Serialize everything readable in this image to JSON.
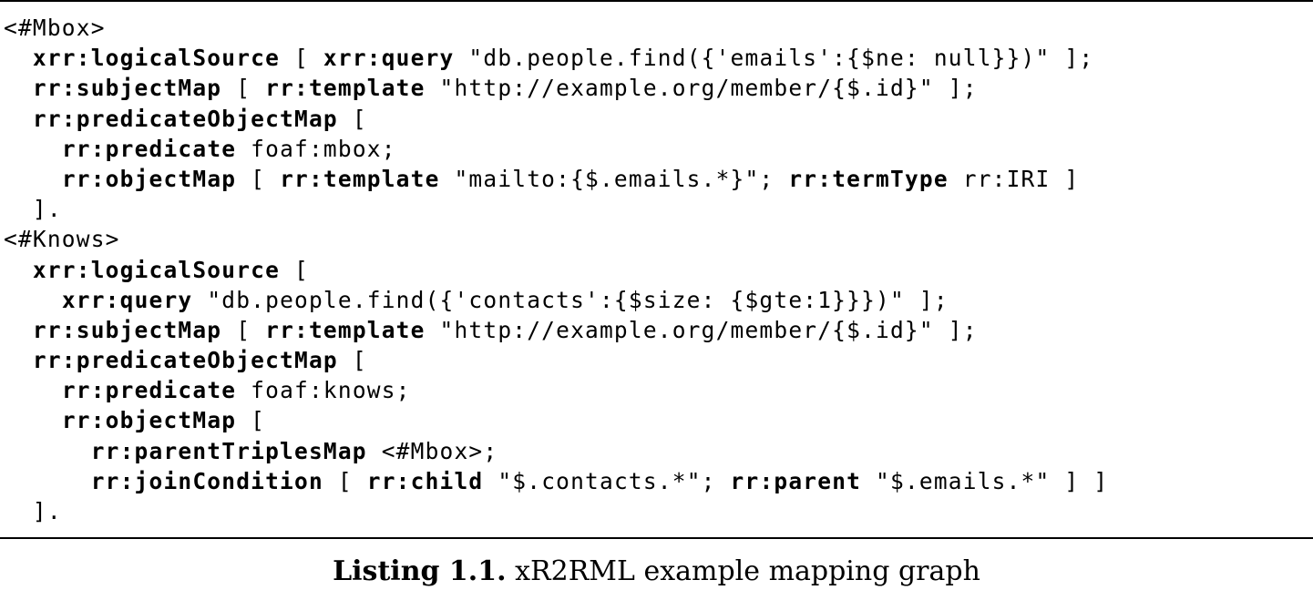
{
  "listing": {
    "lines": [
      [
        {
          "t": "<#Mbox>",
          "b": false
        }
      ],
      [
        {
          "t": "  ",
          "b": false
        },
        {
          "t": "xrr:logicalSource",
          "b": true
        },
        {
          "t": " [ ",
          "b": false
        },
        {
          "t": "xrr:query",
          "b": true
        },
        {
          "t": " \"db.people.find({'emails':{$ne: null}})\" ];",
          "b": false
        }
      ],
      [
        {
          "t": "  ",
          "b": false
        },
        {
          "t": "rr:subjectMap",
          "b": true
        },
        {
          "t": " [ ",
          "b": false
        },
        {
          "t": "rr:template",
          "b": true
        },
        {
          "t": " \"http://example.org/member/{$.id}\" ];",
          "b": false
        }
      ],
      [
        {
          "t": "  ",
          "b": false
        },
        {
          "t": "rr:predicateObjectMap",
          "b": true
        },
        {
          "t": " [",
          "b": false
        }
      ],
      [
        {
          "t": "    ",
          "b": false
        },
        {
          "t": "rr:predicate",
          "b": true
        },
        {
          "t": " foaf:mbox;",
          "b": false
        }
      ],
      [
        {
          "t": "    ",
          "b": false
        },
        {
          "t": "rr:objectMap",
          "b": true
        },
        {
          "t": " [ ",
          "b": false
        },
        {
          "t": "rr:template",
          "b": true
        },
        {
          "t": " \"mailto:{$.emails.*}\"; ",
          "b": false
        },
        {
          "t": "rr:termType",
          "b": true
        },
        {
          "t": " rr:IRI ]",
          "b": false
        }
      ],
      [
        {
          "t": "  ].",
          "b": false
        }
      ],
      [
        {
          "t": "<#Knows>",
          "b": false
        }
      ],
      [
        {
          "t": "  ",
          "b": false
        },
        {
          "t": "xrr:logicalSource",
          "b": true
        },
        {
          "t": " [",
          "b": false
        }
      ],
      [
        {
          "t": "    ",
          "b": false
        },
        {
          "t": "xrr:query",
          "b": true
        },
        {
          "t": " \"db.people.find({'contacts':{$size: {$gte:1}}})\" ];",
          "b": false
        }
      ],
      [
        {
          "t": "  ",
          "b": false
        },
        {
          "t": "rr:subjectMap",
          "b": true
        },
        {
          "t": " [ ",
          "b": false
        },
        {
          "t": "rr:template",
          "b": true
        },
        {
          "t": " \"http://example.org/member/{$.id}\" ];",
          "b": false
        }
      ],
      [
        {
          "t": "  ",
          "b": false
        },
        {
          "t": "rr:predicateObjectMap",
          "b": true
        },
        {
          "t": " [",
          "b": false
        }
      ],
      [
        {
          "t": "    ",
          "b": false
        },
        {
          "t": "rr:predicate",
          "b": true
        },
        {
          "t": " foaf:knows;",
          "b": false
        }
      ],
      [
        {
          "t": "    ",
          "b": false
        },
        {
          "t": "rr:objectMap",
          "b": true
        },
        {
          "t": " [",
          "b": false
        }
      ],
      [
        {
          "t": "      ",
          "b": false
        },
        {
          "t": "rr:parentTriplesMap",
          "b": true
        },
        {
          "t": " <#Mbox>;",
          "b": false
        }
      ],
      [
        {
          "t": "      ",
          "b": false
        },
        {
          "t": "rr:joinCondition",
          "b": true
        },
        {
          "t": " [ ",
          "b": false
        },
        {
          "t": "rr:child",
          "b": true
        },
        {
          "t": " \"$.contacts.*\"; ",
          "b": false
        },
        {
          "t": "rr:parent",
          "b": true
        },
        {
          "t": " \"$.emails.*\" ] ]",
          "b": false
        }
      ],
      [
        {
          "t": "  ].",
          "b": false
        }
      ]
    ]
  },
  "caption": {
    "label": "Listing 1.1.",
    "text": " xR2RML example mapping graph"
  }
}
